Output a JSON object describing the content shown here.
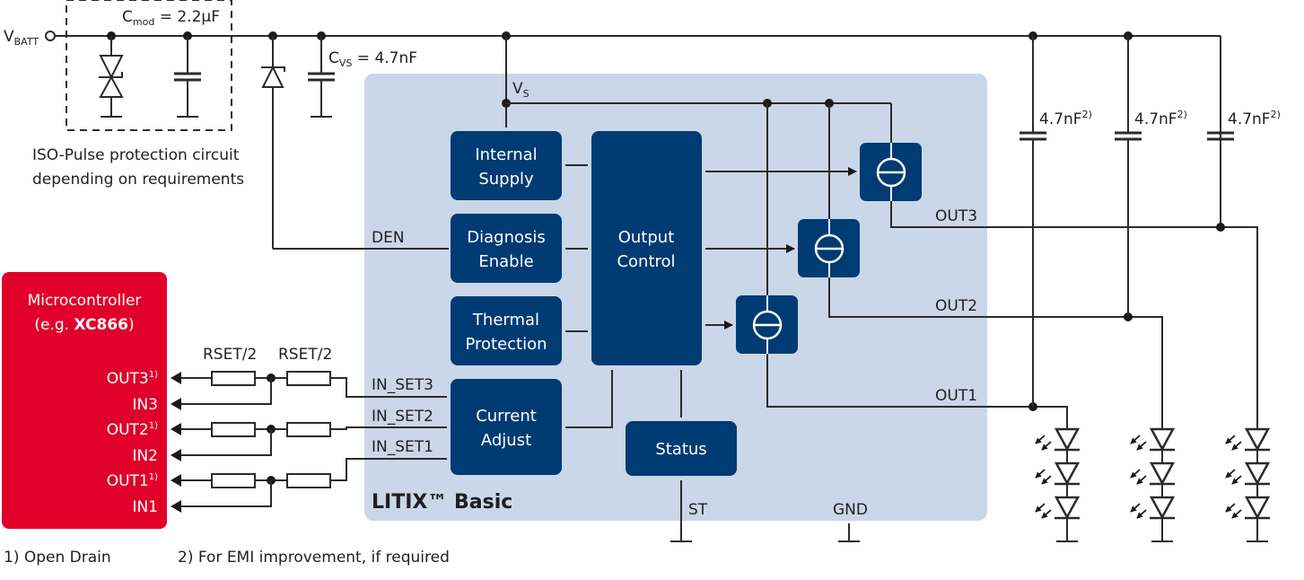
{
  "supply": {
    "vbatt_main": "V",
    "vbatt_sub": "BATT",
    "cmod_main": "C",
    "cmod_sub": "mod",
    "cmod_value": " = 2.2µF",
    "cvs_main": "C",
    "cvs_sub": "VS",
    "cvs_value": " = 4.7nF",
    "vs_main": "V",
    "vs_sub": "S"
  },
  "iso_caption": {
    "line1": "ISO-Pulse protection circuit",
    "line2": "depending on requirements"
  },
  "microcontroller": {
    "title": "Microcontroller",
    "example_prefix": "(e.g. ",
    "example_part": "XC866",
    "example_suffix": ")",
    "color": "#e0002a",
    "pins": [
      {
        "label": "OUT3",
        "sup": "1)"
      },
      {
        "label": "IN3",
        "sup": ""
      },
      {
        "label": "OUT2",
        "sup": "1)"
      },
      {
        "label": "IN2",
        "sup": ""
      },
      {
        "label": "OUT1",
        "sup": "1)"
      },
      {
        "label": "IN1",
        "sup": ""
      }
    ]
  },
  "resistors": {
    "label_left": "RSET/2",
    "label_right": "RSET/2"
  },
  "chip": {
    "name": "LITIX™ Basic",
    "bg_color": "#c9d7e8",
    "block_color": "#003b73",
    "signals": {
      "den": "DEN",
      "in_set3": "IN_SET3",
      "in_set2": "IN_SET2",
      "in_set1": "IN_SET1",
      "out3": "OUT3",
      "out2": "OUT2",
      "out1": "OUT1",
      "st": "ST",
      "gnd": "GND"
    },
    "blocks": {
      "internal_supply": [
        "Internal",
        "Supply"
      ],
      "diagnosis_enable": [
        "Diagnosis",
        "Enable"
      ],
      "thermal_protection": [
        "Thermal",
        "Protection"
      ],
      "current_adjust": [
        "Current",
        "Adjust"
      ],
      "output_control": [
        "Output",
        "Control"
      ],
      "status": "Status"
    }
  },
  "output_caps": [
    {
      "value": "4.7nF",
      "sup": "2)"
    },
    {
      "value": "4.7nF",
      "sup": "2)"
    },
    {
      "value": "4.7nF",
      "sup": "2)"
    }
  ],
  "led_strings": {
    "count": 3,
    "leds_per_string": 3
  },
  "footnotes": {
    "note1": "1) Open Drain",
    "note2": "2) For EMI improvement, if required"
  }
}
